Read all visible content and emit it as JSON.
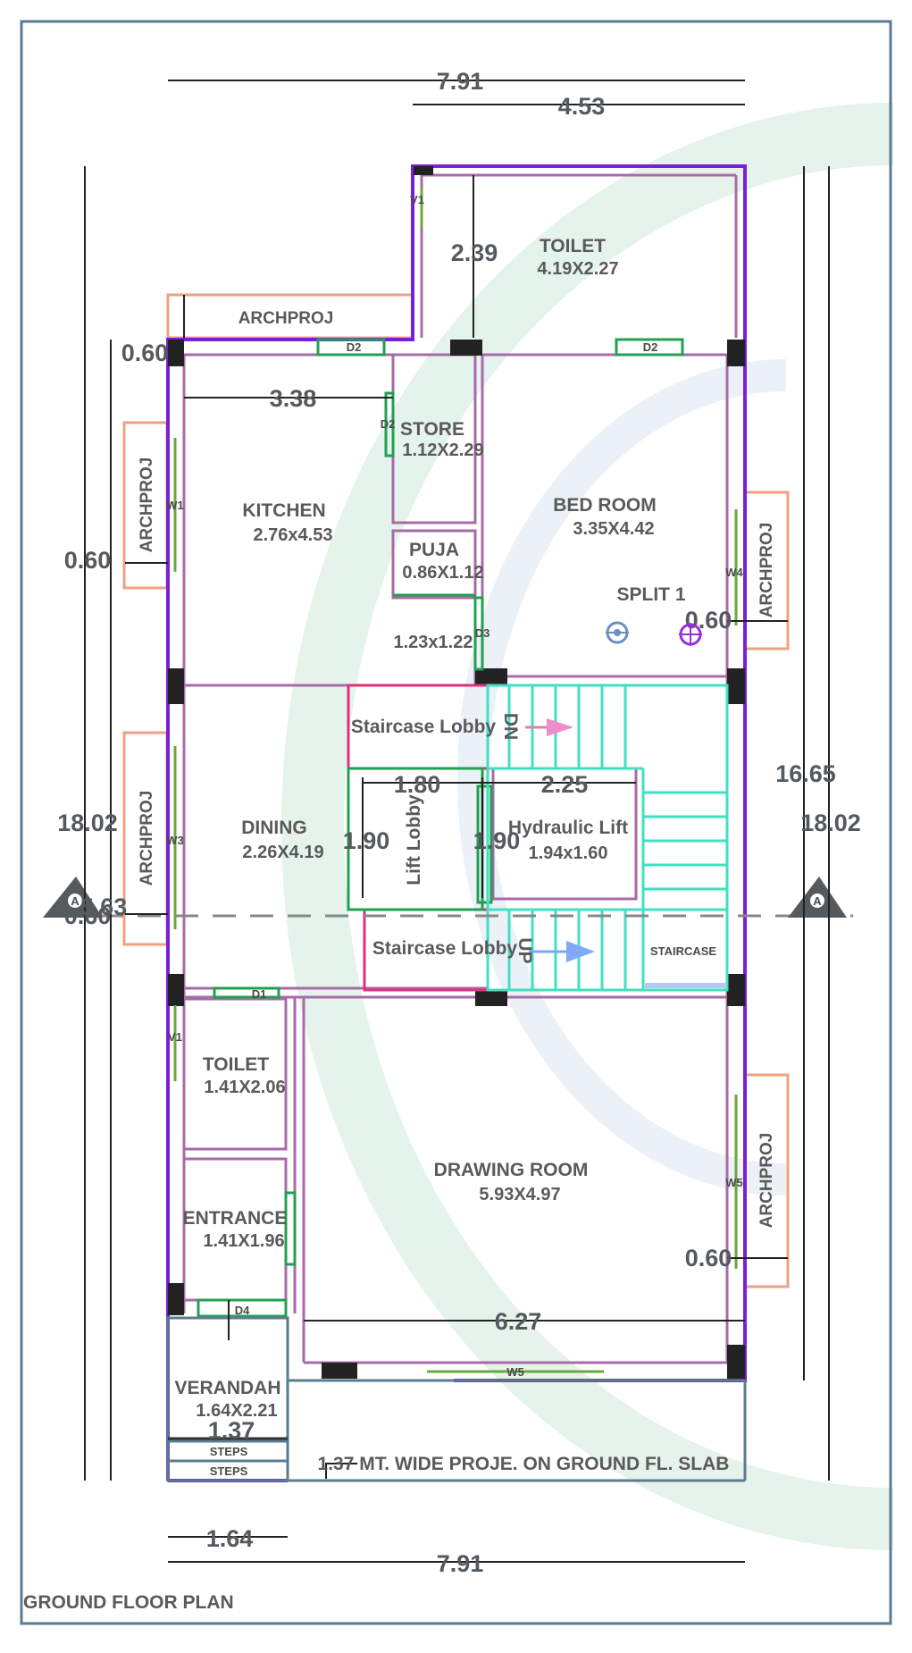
{
  "title": "GROUND FLOOR PLAN",
  "colors": {
    "frame": "#5a7c8c",
    "outer_wall": "#7a1fd8",
    "inner_wall": "#a86aa8",
    "door": "#20a050",
    "window": "#6aa838",
    "archproj": "#f0a080",
    "stairs": "#40e0c0",
    "lobby": "#e0307a",
    "lift": "#20a050",
    "column": "#222222",
    "dimension": "#222222",
    "watermark": "#d8efe0"
  },
  "dimensions": {
    "top_overall": "7.91",
    "top_partial": "4.53",
    "bottom_overall": "7.91",
    "bottom_partial": "1.64",
    "left_overall": "18.02",
    "right_overall": "18.02",
    "right_inner": "16.65",
    "toilet_depth": "2.39",
    "kitchen_width": "3.38",
    "proj_kitchen_top": "0.60",
    "proj_kitchen_side": "0.60",
    "proj_bed": "0.60",
    "proj_dining": "0.60",
    "proj_dining_alt": "5.63",
    "proj_drawing": "0.60",
    "lobby_width": "1.80",
    "lift_width": "2.25",
    "lobby_height_left": "1.90",
    "lobby_height_right": "1.90",
    "drawing_width": "6.27",
    "verandah_width": "1.37"
  },
  "rooms": {
    "toilet_top": {
      "name": "TOILET",
      "size": "4.19X2.27"
    },
    "store": {
      "name": "STORE",
      "size": "1.12X2.29"
    },
    "kitchen": {
      "name": "KITCHEN",
      "size": "2.76x4.53"
    },
    "bed_room": {
      "name": "BED ROOM",
      "size": "3.35X4.42"
    },
    "puja": {
      "name": "PUJA",
      "size": "0.86X1.12"
    },
    "small_area": {
      "size": "1.23x1.22"
    },
    "split": "SPLIT 1",
    "dining": {
      "name": "DINING",
      "size": "2.26X4.19"
    },
    "lift_lobby": "Lift Lobby",
    "hydraulic_lift": {
      "name": "Hydraulic Lift",
      "size": "1.94x1.60"
    },
    "staircase_lobby_top": "Staircase Lobby",
    "staircase_lobby_bottom": "Staircase Lobby",
    "staircase": "STAIRCASE",
    "dn": "DN",
    "up": "UP",
    "toilet_bottom": {
      "name": "TOILET",
      "size": "1.41X2.06"
    },
    "entrance": {
      "name": "ENTRANCE",
      "size": "1.41X1.96"
    },
    "drawing_room": {
      "name": "DRAWING ROOM",
      "size": "5.93X4.97"
    },
    "verandah": {
      "name": "VERANDAH",
      "size": "1.64X2.21"
    },
    "steps": [
      "STEPS",
      "STEPS"
    ]
  },
  "archproj_labels": {
    "top": "ARCHPROJ",
    "kitchen": "ARCHPROJ",
    "dining": "ARCHPROJ",
    "bed": "ARCHPROJ",
    "drawing": "ARCHPROJ"
  },
  "openings": {
    "d2_top_left": "D2",
    "d2_top_right": "D2",
    "d2_store": "D2",
    "d3": "D3",
    "d1": "D1",
    "d4": "D4",
    "w1_toilet_top": "V1",
    "w1_kitchen": "W1",
    "w3_dining": "W3",
    "v1_toilet": "V1",
    "w4_bed": "W4",
    "w5_drawing_side": "W5",
    "w5_bottom": "W5"
  },
  "section_marker": "A",
  "projection_note": "1.37 MT. WIDE PROJE. ON GROUND FL. SLAB"
}
